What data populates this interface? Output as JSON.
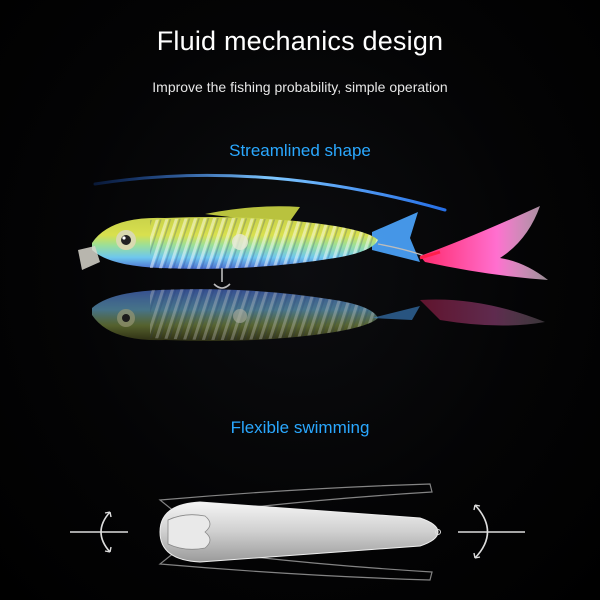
{
  "heading": "Fluid mechanics design",
  "subheading": "Improve the fishing probability, simple operation",
  "label_streamlined": "Streamlined shape",
  "label_flexible": "Flexible swimming",
  "colors": {
    "background": "#000000",
    "accent": "#2aa8ff",
    "text": "#ffffff"
  }
}
